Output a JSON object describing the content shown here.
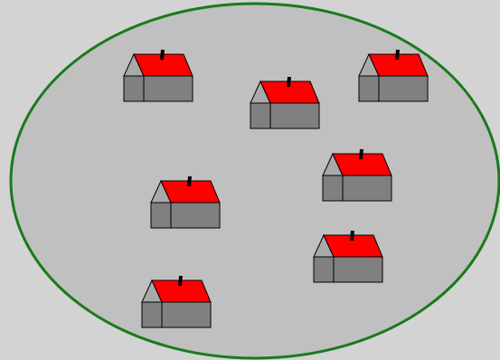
{
  "colors": {
    "page_background": "#d3d3d3",
    "region_fill": "#c0c0c0",
    "region_outline": "#1a7a1a",
    "roof": "#ff0000",
    "gable": "#a9a9a9",
    "wall": "#808080",
    "chimney": "#000000",
    "outline": "#000000"
  },
  "region": {
    "shape": "ellipse"
  },
  "houses": [
    {
      "id": "house-1"
    },
    {
      "id": "house-2"
    },
    {
      "id": "house-3"
    },
    {
      "id": "house-4"
    },
    {
      "id": "house-5"
    },
    {
      "id": "house-6"
    },
    {
      "id": "house-7"
    }
  ]
}
